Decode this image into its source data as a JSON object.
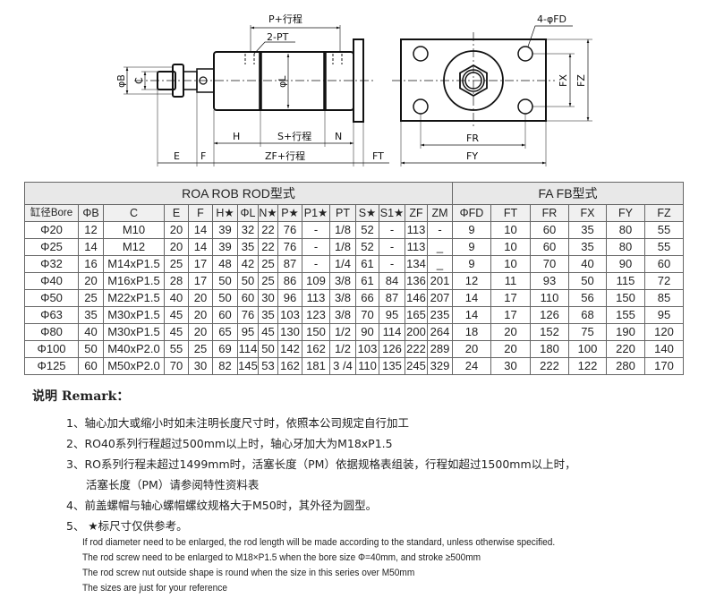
{
  "drawing": {
    "side_view_labels": {
      "p_stroke": "P+行程",
      "two_pt": "2-PT",
      "phi_b": "φB",
      "c": "C",
      "phi_l": "φL",
      "h": "H",
      "s_stroke": "S+行程",
      "n": "N",
      "e": "E",
      "f": "F",
      "zf_stroke": "ZF+行程",
      "ft": "FT"
    },
    "front_view_labels": {
      "holes": "4-φFD",
      "fx": "FX",
      "fz": "FZ",
      "fr": "FR",
      "fy": "FY"
    }
  },
  "table": {
    "group_rod": "ROA  ROB ROD型式",
    "group_flange": "FA FB型式",
    "columns": [
      "缸径Bore",
      "ΦB",
      "C",
      "E",
      "F",
      "H★",
      "ΦL",
      "N★",
      "P★",
      "P1★",
      "PT",
      "S★",
      "S1★",
      "ZF",
      "ZM",
      "ΦFD",
      "FT",
      "FR",
      "FX",
      "FY",
      "FZ"
    ],
    "rows": [
      [
        "Φ20",
        "12",
        "M10",
        "20",
        "14",
        "39",
        "32",
        "22",
        "76",
        "-",
        "1/8",
        "52",
        "-",
        "113",
        "-",
        "9",
        "10",
        "60",
        "35",
        "80",
        "55"
      ],
      [
        "Φ25",
        "14",
        "M12",
        "20",
        "14",
        "39",
        "35",
        "22",
        "76",
        "-",
        "1/8",
        "52",
        "-",
        "113",
        "_",
        "9",
        "10",
        "60",
        "35",
        "80",
        "55"
      ],
      [
        "Φ32",
        "16",
        "M14xP1.5",
        "25",
        "17",
        "48",
        "42",
        "25",
        "87",
        "-",
        "1/4",
        "61",
        "-",
        "134",
        "_",
        "9",
        "10",
        "70",
        "40",
        "90",
        "60"
      ],
      [
        "Φ40",
        "20",
        "M16xP1.5",
        "28",
        "17",
        "50",
        "50",
        "25",
        "86",
        "109",
        "3/8",
        "61",
        "84",
        "136",
        "201",
        "12",
        "11",
        "93",
        "50",
        "115",
        "72"
      ],
      [
        "Φ50",
        "25",
        "M22xP1.5",
        "40",
        "20",
        "50",
        "60",
        "30",
        "96",
        "113",
        "3/8",
        "66",
        "87",
        "146",
        "207",
        "14",
        "17",
        "110",
        "56",
        "150",
        "85"
      ],
      [
        "Φ63",
        "35",
        "M30xP1.5",
        "45",
        "20",
        "60",
        "76",
        "35",
        "103",
        "123",
        "3/8",
        "70",
        "95",
        "165",
        "235",
        "14",
        "17",
        "126",
        "68",
        "155",
        "95"
      ],
      [
        "Φ80",
        "40",
        "M30xP1.5",
        "45",
        "20",
        "65",
        "95",
        "45",
        "130",
        "150",
        "1/2",
        "90",
        "114",
        "200",
        "264",
        "18",
        "20",
        "152",
        "75",
        "190",
        "120"
      ],
      [
        "Φ100",
        "50",
        "M40xP2.0",
        "55",
        "25",
        "69",
        "114",
        "50",
        "142",
        "162",
        "1/2",
        "103",
        "126",
        "222",
        "289",
        "20",
        "20",
        "180",
        "100",
        "220",
        "140"
      ],
      [
        "Φ125",
        "60",
        "M50xP2.0",
        "70",
        "30",
        "82",
        "145",
        "53",
        "162",
        "181",
        "3 /4",
        "110",
        "135",
        "245",
        "329",
        "24",
        "30",
        "222",
        "122",
        "280",
        "170"
      ]
    ]
  },
  "remarks": {
    "title": "说明 Remark：",
    "cn": [
      "1、轴心加大或缩小时如未注明长度尺寸时，依照本公司规定自行加工",
      "2、RO40系列行程超过500mm以上时，轴心牙加大为M18xP1.5",
      "3、RO系列行程未超过1499mm时，活塞长度（PM）依据规格表组装，行程如超过1500mm以上时，",
      "活塞长度（PM）请参阅特性资料表",
      "4、前盖螺帽与轴心螺帽螺纹规格大于M50时，其外径为圆型。",
      "5、 ★标尺寸仅供参考。"
    ],
    "en": [
      "If rod diameter need to be enlarged, the rod length will be made according to the standard, unless otherwise specified.",
      "The rod screw need to be enlarged to M18×P1.5 when the bore size Φ=40mm, and stroke ≥500mm",
      "The rod screw nut outside shape is round when the size in this series over M50mm",
      "The sizes are just for your reference"
    ]
  }
}
